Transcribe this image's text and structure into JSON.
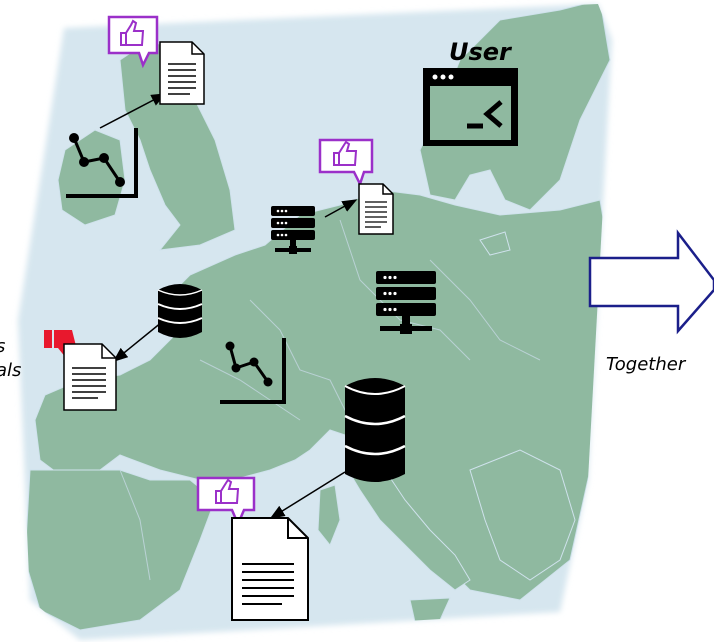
{
  "labels": {
    "user": "User",
    "together": "Together",
    "cut_left_line1": "s",
    "cut_left_line2": "als"
  },
  "colors": {
    "map_background": "#d6e6ef",
    "land": "#8fb9a0",
    "like_purple": "#9b30c9",
    "dislike_red": "#e8182d",
    "arrow_outline": "#1b1f8a"
  },
  "icons": {
    "feedback_like": "thumbs-up-icon",
    "feedback_dislike": "thumbs-down-icon",
    "document": "document-icon",
    "chart": "line-chart-icon",
    "server": "server-icon",
    "database": "database-icon",
    "terminal": "terminal-window-icon",
    "arrow": "right-arrow-icon"
  }
}
